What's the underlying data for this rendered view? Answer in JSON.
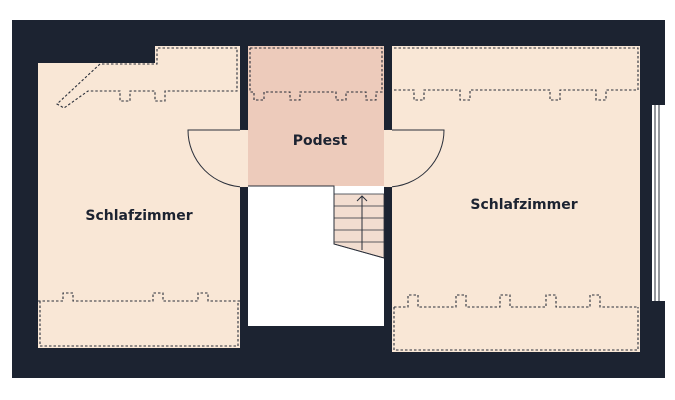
{
  "rooms": {
    "left_bedroom": "Schlafzimmer",
    "landing": "Podest",
    "right_bedroom": "Schlafzimmer"
  },
  "colors": {
    "wall": "#1c2331",
    "room_fill": "#f9e7d6",
    "landing_fill": "#edcbbb",
    "opening_fill": "#ffffff"
  }
}
